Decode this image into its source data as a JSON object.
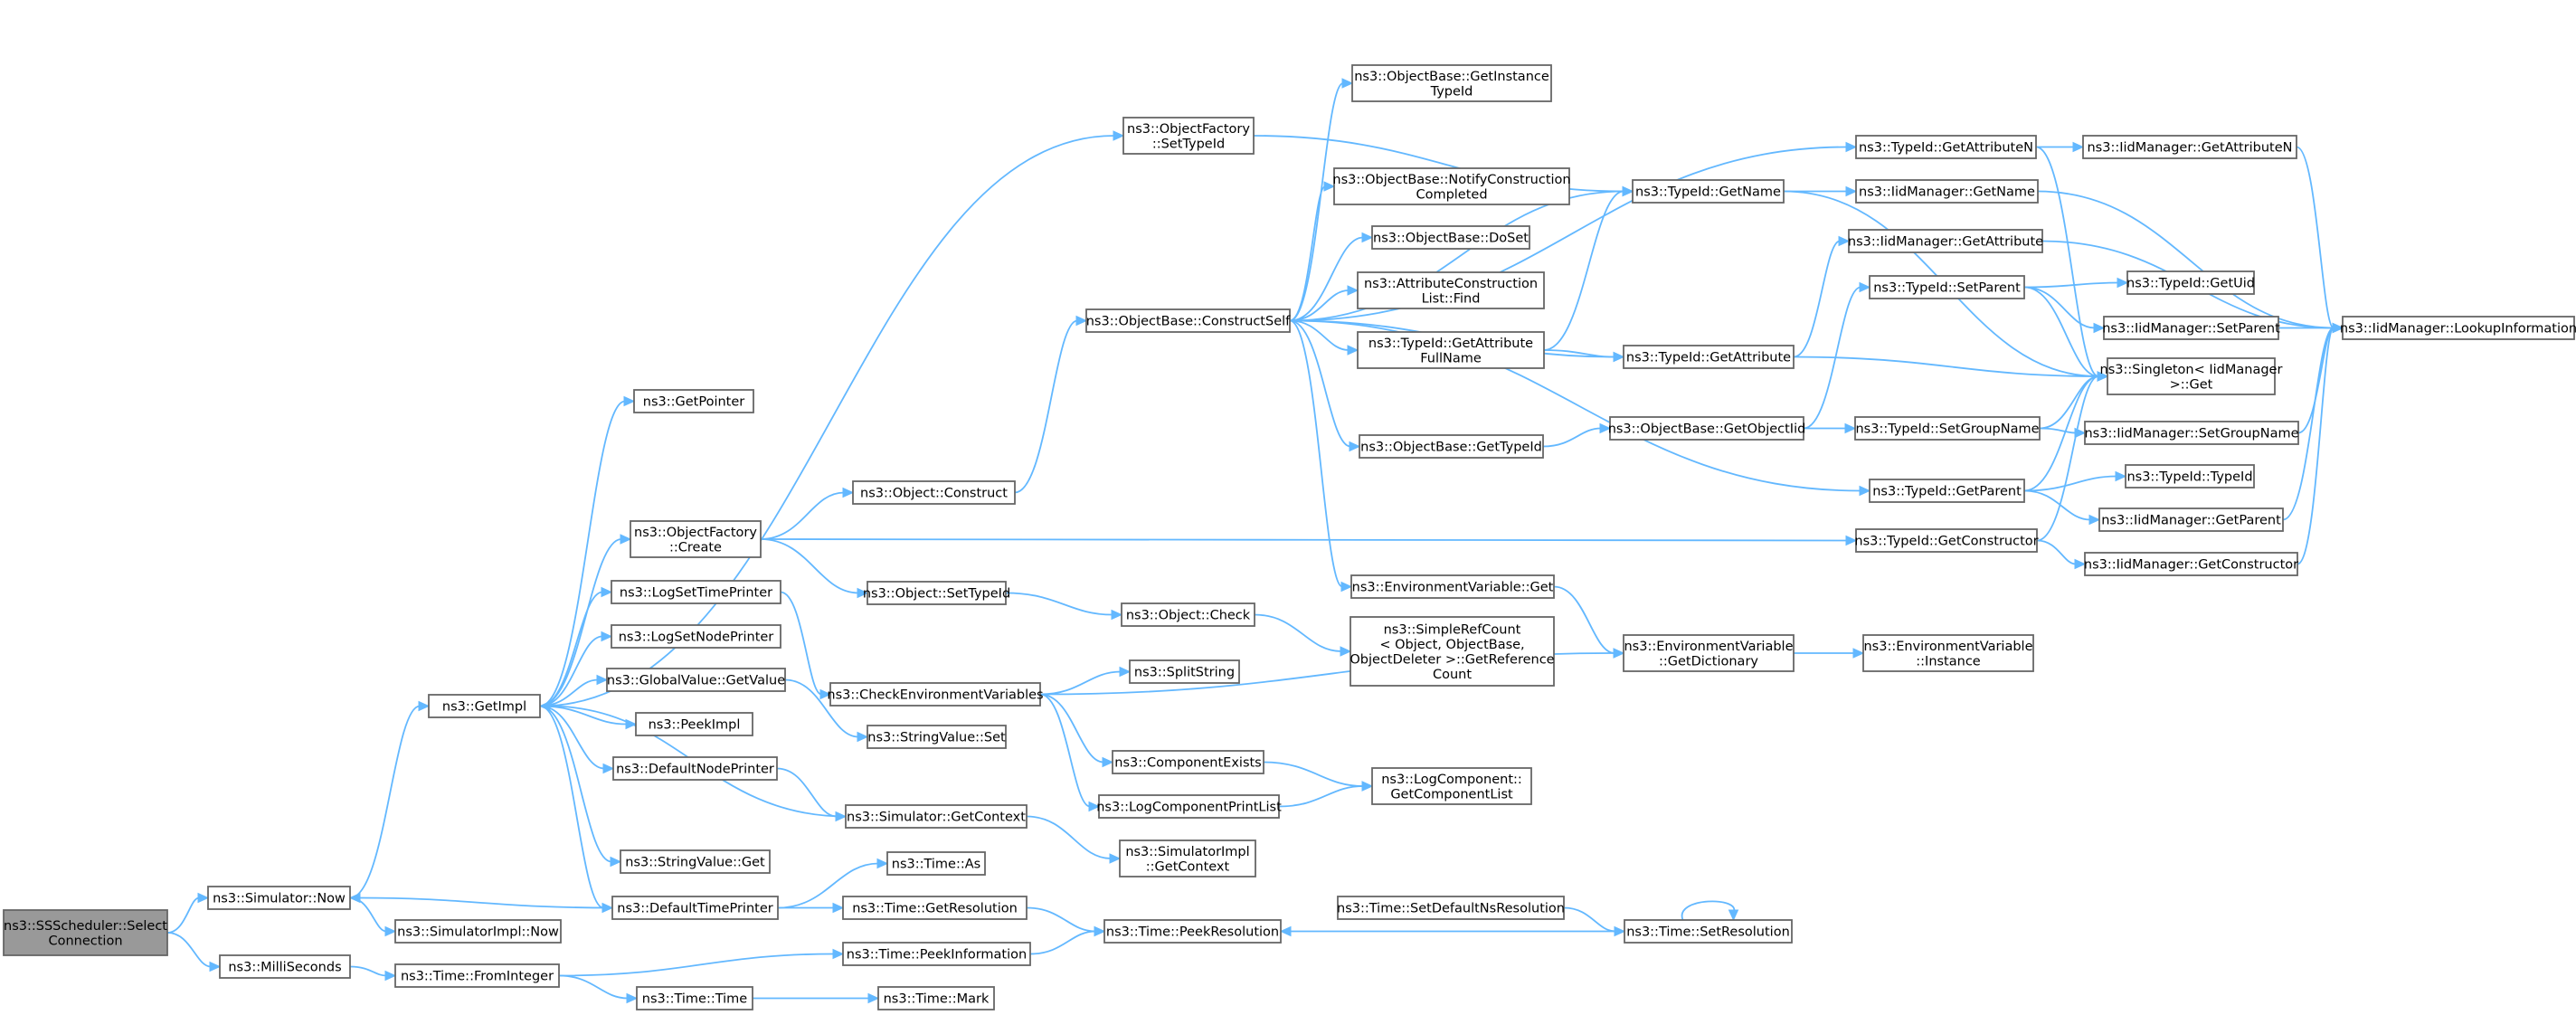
{
  "diagram": {
    "type": "call-graph",
    "colors": {
      "edge": "#63b8ff",
      "node_border": "#666666",
      "root_fill": "#999999",
      "node_fill": "#ffffff"
    },
    "nodes": [
      {
        "id": "root",
        "lines": [
          "ns3::SSScheduler::Select",
          "Connection"
        ],
        "root": true
      },
      {
        "id": "sim_now",
        "lines": [
          "ns3::Simulator::Now"
        ]
      },
      {
        "id": "millis",
        "lines": [
          "ns3::MilliSeconds"
        ]
      },
      {
        "id": "getimpl",
        "lines": [
          "ns3::GetImpl"
        ]
      },
      {
        "id": "simimpl_now",
        "lines": [
          "ns3::SimulatorImpl::Now"
        ]
      },
      {
        "id": "fromint",
        "lines": [
          "ns3::Time::FromInteger"
        ]
      },
      {
        "id": "getpointer",
        "lines": [
          "ns3::GetPointer"
        ]
      },
      {
        "id": "objfac_create",
        "lines": [
          "ns3::ObjectFactory",
          "::Create"
        ]
      },
      {
        "id": "logsettime",
        "lines": [
          "ns3::LogSetTimePrinter"
        ]
      },
      {
        "id": "logsetnode",
        "lines": [
          "ns3::LogSetNodePrinter"
        ]
      },
      {
        "id": "gv_getvalue",
        "lines": [
          "ns3::GlobalValue::GetValue"
        ]
      },
      {
        "id": "peekimpl",
        "lines": [
          "ns3::PeekImpl"
        ]
      },
      {
        "id": "defnodeprinter",
        "lines": [
          "ns3::DefaultNodePrinter"
        ]
      },
      {
        "id": "sv_get",
        "lines": [
          "ns3::StringValue::Get"
        ]
      },
      {
        "id": "deftimeprinter",
        "lines": [
          "ns3::DefaultTimePrinter"
        ]
      },
      {
        "id": "time_time",
        "lines": [
          "ns3::Time::Time"
        ]
      },
      {
        "id": "objfac_settypeid",
        "lines": [
          "ns3::ObjectFactory",
          "::SetTypeId"
        ]
      },
      {
        "id": "obj_construct",
        "lines": [
          "ns3::Object::Construct"
        ]
      },
      {
        "id": "obj_settypeid",
        "lines": [
          "ns3::Object::SetTypeId"
        ]
      },
      {
        "id": "checkenv",
        "lines": [
          "ns3::CheckEnvironmentVariables"
        ]
      },
      {
        "id": "sv_set",
        "lines": [
          "ns3::StringValue::Set"
        ]
      },
      {
        "id": "sim_getcontext",
        "lines": [
          "ns3::Simulator::GetContext"
        ]
      },
      {
        "id": "time_as",
        "lines": [
          "ns3::Time::As"
        ]
      },
      {
        "id": "time_getres",
        "lines": [
          "ns3::Time::GetResolution"
        ]
      },
      {
        "id": "time_peekinfo",
        "lines": [
          "ns3::Time::PeekInformation"
        ]
      },
      {
        "id": "time_mark",
        "lines": [
          "ns3::Time::Mark"
        ]
      },
      {
        "id": "ob_constructself",
        "lines": [
          "ns3::ObjectBase::ConstructSelf"
        ]
      },
      {
        "id": "obj_check",
        "lines": [
          "ns3::Object::Check"
        ]
      },
      {
        "id": "splitstring",
        "lines": [
          "ns3::SplitString"
        ]
      },
      {
        "id": "compexists",
        "lines": [
          "ns3::ComponentExists"
        ]
      },
      {
        "id": "logcompprint",
        "lines": [
          "ns3::LogComponentPrintList"
        ]
      },
      {
        "id": "simimpl_getctx",
        "lines": [
          "ns3::SimulatorImpl",
          "::GetContext"
        ]
      },
      {
        "id": "time_peekres",
        "lines": [
          "ns3::Time::PeekResolution"
        ]
      },
      {
        "id": "ob_getinst",
        "lines": [
          "ns3::ObjectBase::GetInstance",
          "TypeId"
        ]
      },
      {
        "id": "ob_notify",
        "lines": [
          "ns3::ObjectBase::NotifyConstruction",
          "Completed"
        ]
      },
      {
        "id": "ob_doset",
        "lines": [
          "ns3::ObjectBase::DoSet"
        ]
      },
      {
        "id": "acl_find",
        "lines": [
          "ns3::AttributeConstruction",
          "List::Find"
        ]
      },
      {
        "id": "tid_getattrfull",
        "lines": [
          "ns3::TypeId::GetAttribute",
          "FullName"
        ]
      },
      {
        "id": "ob_gettypeid",
        "lines": [
          "ns3::ObjectBase::GetTypeId"
        ]
      },
      {
        "id": "env_get",
        "lines": [
          "ns3::EnvironmentVariable::Get"
        ]
      },
      {
        "id": "simplerefcount",
        "lines": [
          "ns3::SimpleRefCount",
          "< Object, ObjectBase,",
          "ObjectDeleter >::GetReference",
          "Count"
        ]
      },
      {
        "id": "logcomp_getlist",
        "lines": [
          "ns3::LogComponent::",
          "GetComponentList"
        ]
      },
      {
        "id": "time_setdefns",
        "lines": [
          "ns3::Time::SetDefaultNsResolution"
        ]
      },
      {
        "id": "tid_getname",
        "lines": [
          "ns3::TypeId::GetName"
        ]
      },
      {
        "id": "tid_getattr",
        "lines": [
          "ns3::TypeId::GetAttribute"
        ]
      },
      {
        "id": "ob_getobjectiid",
        "lines": [
          "ns3::ObjectBase::GetObjectIid"
        ]
      },
      {
        "id": "env_getdict",
        "lines": [
          "ns3::EnvironmentVariable",
          "::GetDictionary"
        ]
      },
      {
        "id": "time_setres",
        "lines": [
          "ns3::Time::SetResolution"
        ]
      },
      {
        "id": "tid_getattrn",
        "lines": [
          "ns3::TypeId::GetAttributeN"
        ]
      },
      {
        "id": "iid_getname",
        "lines": [
          "ns3::IidManager::GetName"
        ]
      },
      {
        "id": "iid_getattr",
        "lines": [
          "ns3::IidManager::GetAttribute"
        ]
      },
      {
        "id": "tid_setparent",
        "lines": [
          "ns3::TypeId::SetParent"
        ]
      },
      {
        "id": "tid_setgroup",
        "lines": [
          "ns3::TypeId::SetGroupName"
        ]
      },
      {
        "id": "tid_getparent",
        "lines": [
          "ns3::TypeId::GetParent"
        ]
      },
      {
        "id": "tid_getctor",
        "lines": [
          "ns3::TypeId::GetConstructor"
        ]
      },
      {
        "id": "env_instance",
        "lines": [
          "ns3::EnvironmentVariable",
          "::Instance"
        ]
      },
      {
        "id": "iid_getattrn",
        "lines": [
          "ns3::IidManager::GetAttributeN"
        ]
      },
      {
        "id": "tid_getuid",
        "lines": [
          "ns3::TypeId::GetUid"
        ]
      },
      {
        "id": "iid_setparent",
        "lines": [
          "ns3::IidManager::SetParent"
        ]
      },
      {
        "id": "singleton_get",
        "lines": [
          "ns3::Singleton< IidManager",
          " >::Get"
        ]
      },
      {
        "id": "iid_setgroup",
        "lines": [
          "ns3::IidManager::SetGroupName"
        ]
      },
      {
        "id": "tid_typeid",
        "lines": [
          "ns3::TypeId::TypeId"
        ]
      },
      {
        "id": "iid_getparent",
        "lines": [
          "ns3::IidManager::GetParent"
        ]
      },
      {
        "id": "iid_getctor",
        "lines": [
          "ns3::IidManager::GetConstructor"
        ]
      },
      {
        "id": "iid_lookup",
        "lines": [
          "ns3::IidManager::LookupInformation"
        ]
      }
    ],
    "edges": [
      [
        "root",
        "sim_now"
      ],
      [
        "root",
        "millis"
      ],
      [
        "sim_now",
        "getimpl"
      ],
      [
        "sim_now",
        "simimpl_now"
      ],
      [
        "millis",
        "fromint"
      ],
      [
        "getimpl",
        "getpointer"
      ],
      [
        "getimpl",
        "objfac_settypeid"
      ],
      [
        "getimpl",
        "objfac_create"
      ],
      [
        "getimpl",
        "logsettime"
      ],
      [
        "getimpl",
        "logsetnode"
      ],
      [
        "getimpl",
        "gv_getvalue"
      ],
      [
        "getimpl",
        "peekimpl"
      ],
      [
        "getimpl",
        "defnodeprinter"
      ],
      [
        "getimpl",
        "sv_get"
      ],
      [
        "getimpl",
        "deftimeprinter"
      ],
      [
        "fromint",
        "time_peekinfo"
      ],
      [
        "fromint",
        "time_time"
      ],
      [
        "objfac_create",
        "obj_construct"
      ],
      [
        "objfac_create",
        "obj_settypeid"
      ],
      [
        "objfac_create",
        "tid_getctor"
      ],
      [
        "logsettime",
        "checkenv"
      ],
      [
        "gv_getvalue",
        "sv_set"
      ],
      [
        "defnodeprinter",
        "sim_getcontext"
      ],
      [
        "deftimeprinter",
        "sim_now"
      ],
      [
        "deftimeprinter",
        "time_as"
      ],
      [
        "deftimeprinter",
        "time_getres"
      ],
      [
        "time_time",
        "time_mark"
      ],
      [
        "objfac_settypeid",
        "tid_getname"
      ],
      [
        "obj_construct",
        "ob_constructself"
      ],
      [
        "obj_settypeid",
        "obj_check"
      ],
      [
        "checkenv",
        "splitstring"
      ],
      [
        "checkenv",
        "compexists"
      ],
      [
        "checkenv",
        "logcompprint"
      ],
      [
        "checkenv",
        "env_getdict"
      ],
      [
        "sim_getcontext",
        "getimpl"
      ],
      [
        "sim_getcontext",
        "simimpl_getctx"
      ],
      [
        "time_getres",
        "time_peekres"
      ],
      [
        "time_peekinfo",
        "time_peekres"
      ],
      [
        "ob_constructself",
        "tid_getattrn"
      ],
      [
        "ob_constructself",
        "ob_getinst"
      ],
      [
        "ob_constructself",
        "ob_notify"
      ],
      [
        "ob_constructself",
        "ob_doset"
      ],
      [
        "ob_constructself",
        "acl_find"
      ],
      [
        "ob_constructself",
        "tid_getattrfull"
      ],
      [
        "ob_constructself",
        "tid_getname"
      ],
      [
        "ob_constructself",
        "tid_getattr"
      ],
      [
        "ob_constructself",
        "ob_gettypeid"
      ],
      [
        "ob_constructself",
        "tid_getparent"
      ],
      [
        "ob_constructself",
        "env_get"
      ],
      [
        "obj_check",
        "simplerefcount"
      ],
      [
        "compexists",
        "logcomp_getlist"
      ],
      [
        "logcompprint",
        "logcomp_getlist"
      ],
      [
        "time_setdefns",
        "time_setres"
      ],
      [
        "time_setres",
        "time_setres"
      ],
      [
        "time_setres",
        "time_peekres"
      ],
      [
        "tid_getattrfull",
        "tid_getname"
      ],
      [
        "tid_getattrfull",
        "tid_getattr"
      ],
      [
        "ob_gettypeid",
        "ob_getobjectiid"
      ],
      [
        "env_get",
        "env_getdict"
      ],
      [
        "tid_getname",
        "iid_getname"
      ],
      [
        "tid_getname",
        "singleton_get"
      ],
      [
        "tid_getattr",
        "iid_getattr"
      ],
      [
        "tid_getattr",
        "singleton_get"
      ],
      [
        "ob_getobjectiid",
        "tid_setparent"
      ],
      [
        "ob_getobjectiid",
        "tid_setgroup"
      ],
      [
        "env_getdict",
        "env_instance"
      ],
      [
        "tid_getattrn",
        "iid_getattrn"
      ],
      [
        "tid_getattrn",
        "singleton_get"
      ],
      [
        "iid_getname",
        "iid_lookup"
      ],
      [
        "iid_getattr",
        "iid_lookup"
      ],
      [
        "tid_setparent",
        "tid_getuid"
      ],
      [
        "tid_setparent",
        "iid_setparent"
      ],
      [
        "tid_setparent",
        "singleton_get"
      ],
      [
        "tid_setgroup",
        "iid_setgroup"
      ],
      [
        "tid_setgroup",
        "singleton_get"
      ],
      [
        "tid_getparent",
        "tid_typeid"
      ],
      [
        "tid_getparent",
        "iid_getparent"
      ],
      [
        "tid_getparent",
        "singleton_get"
      ],
      [
        "tid_getctor",
        "iid_getctor"
      ],
      [
        "tid_getctor",
        "singleton_get"
      ],
      [
        "iid_getattrn",
        "iid_lookup"
      ],
      [
        "iid_setparent",
        "iid_lookup"
      ],
      [
        "iid_setgroup",
        "iid_lookup"
      ],
      [
        "iid_getparent",
        "iid_lookup"
      ],
      [
        "iid_getctor",
        "iid_lookup"
      ]
    ]
  }
}
